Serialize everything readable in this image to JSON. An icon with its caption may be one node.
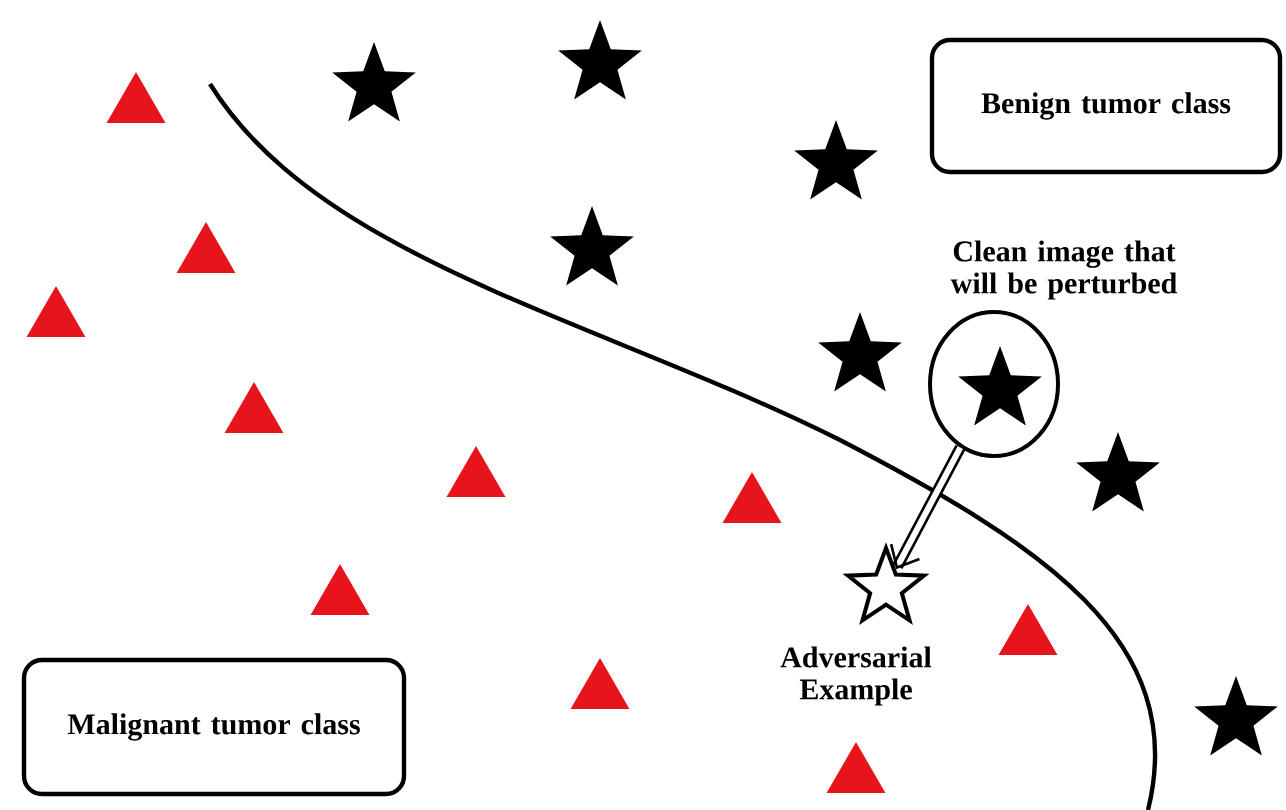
{
  "diagram": {
    "nodes": [
      {
        "text": [
          "Benign tumor class"
        ]
      },
      {
        "text": [
          "Malignant tumor class"
        ]
      },
      {
        "text": [
          "Clean image that will be perturbed"
        ]
      },
      {
        "text": [
          "Adversarial Example"
        ]
      }
    ],
    "edges": [
      {
        "from": 2,
        "to": 3,
        "arrow": "to"
      }
    ]
  }
}
